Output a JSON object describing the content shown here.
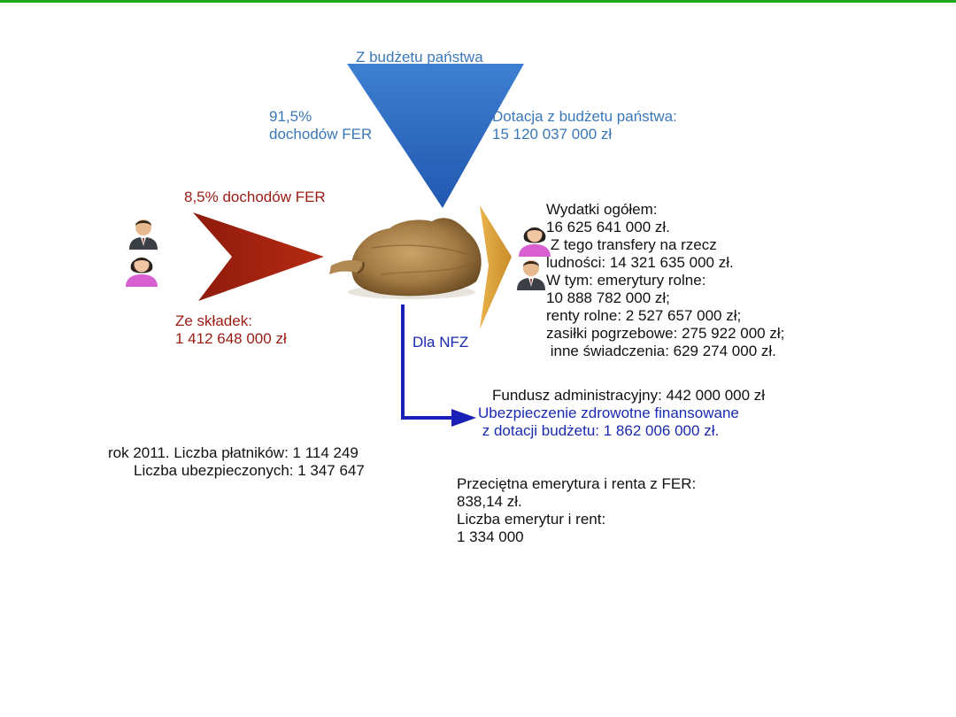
{
  "colors": {
    "topline": "#1fa51a",
    "budget_arrow": "#2f6fc2",
    "contrib_arrow": "#a8230e",
    "spend_arrow": "#d9a13c",
    "nfz_arrow": "#1a1fb8"
  },
  "icons": {
    "sack": "money-sack-icon",
    "person_male": "businessman-icon",
    "person_female": "woman-icon"
  },
  "budget": {
    "title": "Z budżetu państwa",
    "share_line1": "91,5%",
    "share_line2": "dochodów FER",
    "grant_line1": "Dotacja z budżetu państwa:",
    "grant_line2": "15 120 037 000 zł"
  },
  "contributions": {
    "share": "8,5% dochodów FER",
    "label_line1": "Ze składek:",
    "label_line2": "1 412 648 000 zł"
  },
  "spending": {
    "lines": [
      "Wydatki ogółem:",
      "16 625 641 000 zł.",
      " Z tego transfery na rzecz",
      "ludności: 14 321 635 000 zł.",
      "W tym: emerytury rolne:",
      "10 888 782 000 zł;",
      "renty rolne: 2 527 657 000 zł;",
      "zasiłki pogrzebowe: 275 922 000 zł;",
      " inne świadczenia: 629 274 000 zł."
    ]
  },
  "nfz": {
    "label": "Dla NFZ",
    "admin_fund": "Fundusz administracyjny: 442 000 000 zł",
    "health_line1": "Ubezpieczenie zdrowotne finansowane",
    "health_line2": " z dotacji budżetu: 1 862 006 000 zł."
  },
  "stats": {
    "payers": "rok 2011. Liczba płatników: 1 114 249",
    "insured": "Liczba ubezpieczonych: 1 347 647",
    "avg_pension_line1": "Przeciętna emerytura i renta z FER:",
    "avg_pension_line2": "838,14 zł.",
    "pension_count_line1": "Liczba emerytur i rent:",
    "pension_count_line2": "1 334 000"
  }
}
